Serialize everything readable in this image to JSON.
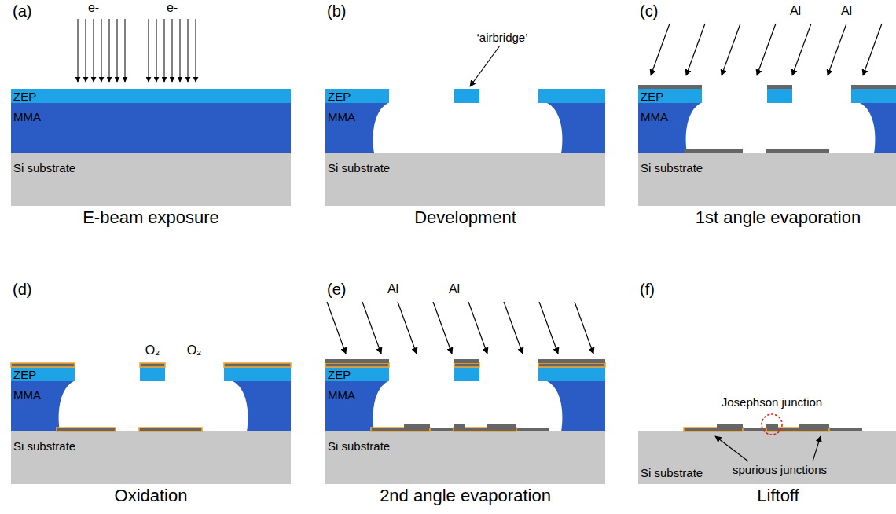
{
  "diagram": {
    "labels": [
      "(a)",
      "e-",
      "e-",
      "ZEP",
      "MMA",
      "Si substrate",
      "E-beam exposure",
      "(b)",
      "‘airbridge’",
      "ZEP",
      "MMA",
      "Si substrate",
      "Development",
      "(c)",
      "Al",
      "Al",
      "ZEP",
      "MMA",
      "Si substrate",
      "1st angle evaporation",
      "(d)",
      "O₂",
      "O₂",
      "ZEP",
      "MMA",
      "Si substrate",
      "Oxidation",
      "(e)",
      "Al",
      "Al",
      "ZEP",
      "MMA",
      "Si substrate",
      "2nd angle evaporation",
      "(f)",
      "Josephson junction",
      "Si substrate",
      "spurious junctions",
      "Liftoff"
    ]
  }
}
